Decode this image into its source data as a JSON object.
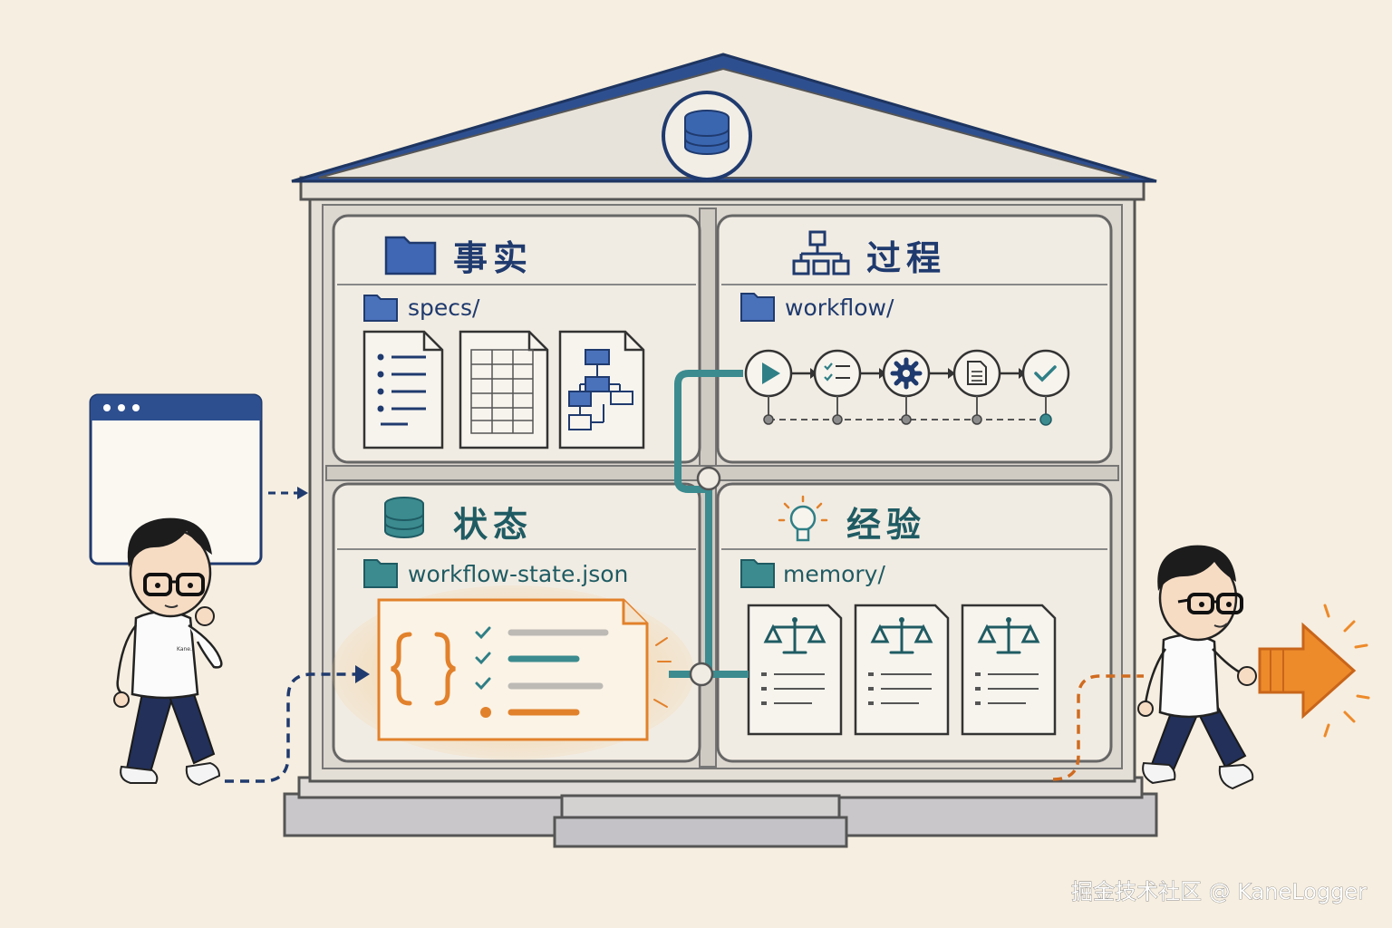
{
  "sections": {
    "facts": {
      "title": "事实",
      "folder": "specs/",
      "folder_icon": "folder-icon",
      "docs": [
        "list-document-icon",
        "table-document-icon",
        "flowchart-document-icon"
      ]
    },
    "process": {
      "title": "过程",
      "folder": "workflow/",
      "header_icon": "hierarchy-icon",
      "steps": [
        "play-icon",
        "checklist-icon",
        "gear-icon",
        "document-icon",
        "check-icon"
      ]
    },
    "state": {
      "title": "状态",
      "folder": "workflow-state.json",
      "header_icon": "database-icon",
      "card_icon": "braces-icon"
    },
    "experience": {
      "title": "经验",
      "folder": "memory/",
      "header_icon": "lightbulb-icon",
      "cards": [
        "scales-icon",
        "scales-icon",
        "scales-icon"
      ]
    }
  },
  "roof_icon": "database-icon",
  "person_shirt_text": "Kane.",
  "watermark": "掘金技术社区 @ KaneLogger",
  "colors": {
    "navy": "#1f3a6e",
    "teal": "#3b8b8f",
    "orange": "#e2812b",
    "background": "#f6eee0",
    "wall": "#e4dfd6"
  }
}
